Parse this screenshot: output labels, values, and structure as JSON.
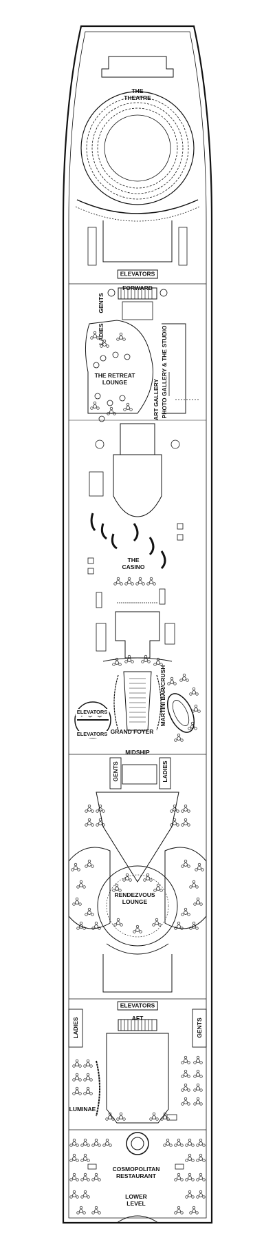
{
  "deck_plan": {
    "labels": {
      "theatre": "THE\nTHEATRE",
      "elevators_forward": "ELEVATORS",
      "forward": "FORWARD",
      "gents_forward": "GENTS",
      "ladies_forward": "LADIES",
      "retreat_lounge": "THE RETREAT\nLOUNGE",
      "art_gallery": "ART GALLERY",
      "photo_gallery": "PHOTO GALLERY & THE STUDIO",
      "casino": "THE\nCASINO",
      "martini_bar": "MARTINI BAR/CRUSH",
      "elevators_glass_top": "ELEVATORS",
      "elevators_glass_bottom": "ELEVATORS",
      "grand_foyer": "GRAND FOYER",
      "midship": "MIDSHIP",
      "gents_midship": "GENTS",
      "ladies_midship": "LADIES",
      "rendezvous_lounge": "RENDEZVOUS\nLOUNGE",
      "elevators_aft": "ELEVATORS",
      "aft": "AFT",
      "ladies_aft": "LADIES",
      "gents_aft": "GENTS",
      "luminae": "LUMINAE",
      "cosmopolitan_restaurant": "COSMOPOLITAN\nRESTAURANT",
      "lower_level": "LOWER\nLEVEL"
    },
    "colors": {
      "line": "#111111",
      "fill": "#ffffff",
      "stair": "#222222"
    }
  }
}
